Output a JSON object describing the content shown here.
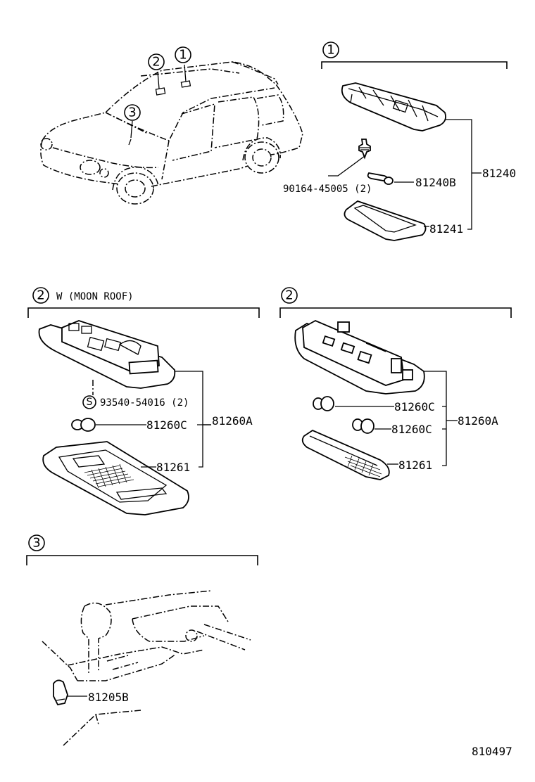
{
  "callouts": {
    "c1": "1",
    "c2": "2",
    "c3": "3"
  },
  "section1": {
    "marker": "1",
    "parts": {
      "assembly": "81240",
      "bulb": "81240B",
      "lens": "81241",
      "screw": "90164-45005 (2)"
    }
  },
  "section2a": {
    "marker": "2",
    "title": "W (MOON  ROOF)",
    "parts": {
      "screw_symbol": "S",
      "screw": "93540-54016 (2)",
      "bulb": "81260C",
      "lens": "81261",
      "assembly": "81260A"
    }
  },
  "section2b": {
    "marker": "2",
    "parts": {
      "bulb1": "81260C",
      "bulb2": "81260C",
      "lens": "81261",
      "assembly": "81260A"
    }
  },
  "section3": {
    "marker": "3",
    "parts": {
      "bulb": "81205B"
    }
  },
  "diagram_code": "810497"
}
